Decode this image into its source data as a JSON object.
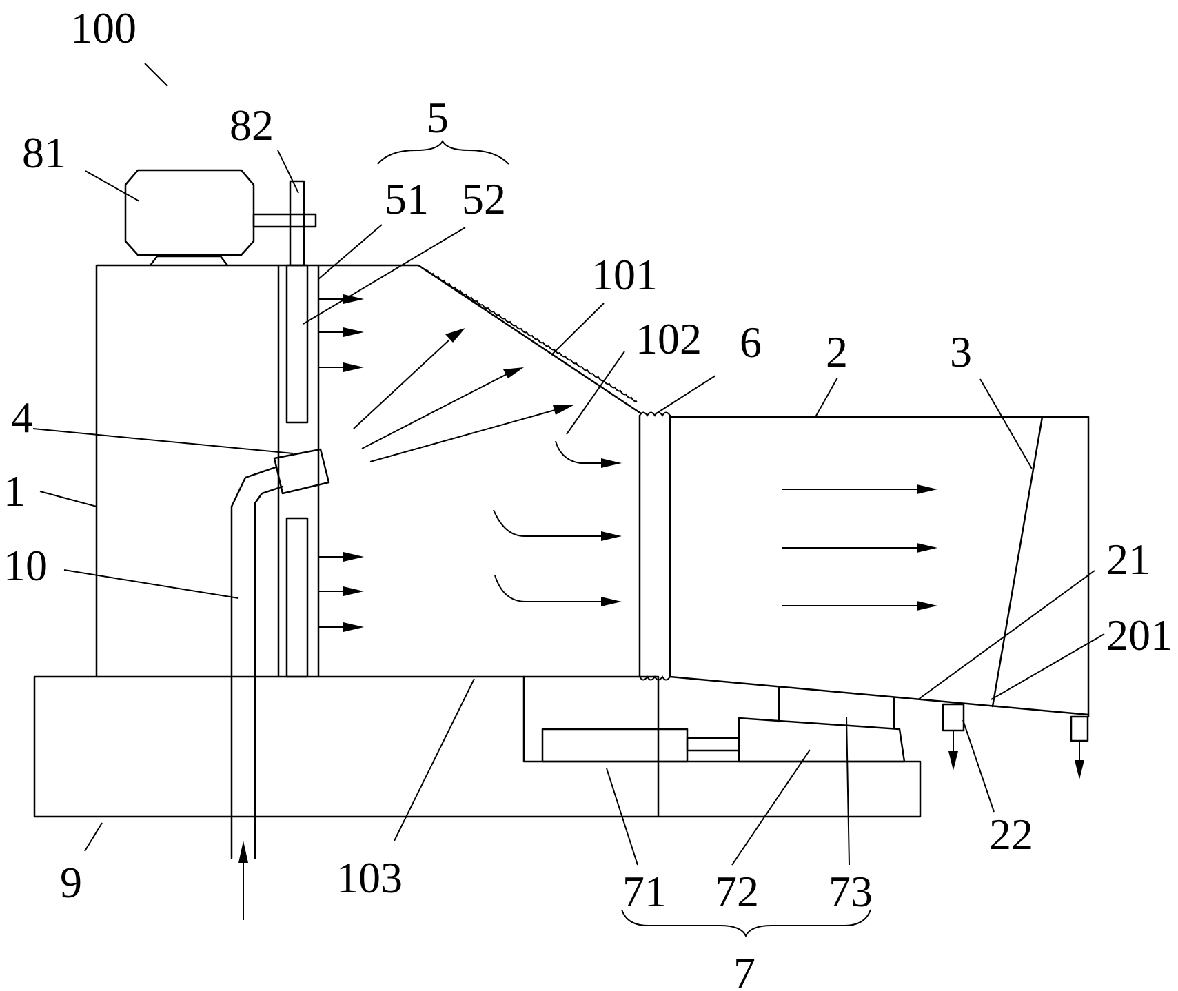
{
  "labels": {
    "l100": "100",
    "l81": "81",
    "l82": "82",
    "l5": "5",
    "l51": "51",
    "l52": "52",
    "l101": "101",
    "l102": "102",
    "l6": "6",
    "l2": "2",
    "l3": "3",
    "l4": "4",
    "l1": "1",
    "l10": "10",
    "l21": "21",
    "l201": "201",
    "l22": "22",
    "l9": "9",
    "l103": "103",
    "l71": "71",
    "l72": "72",
    "l73": "73",
    "l7": "7"
  }
}
